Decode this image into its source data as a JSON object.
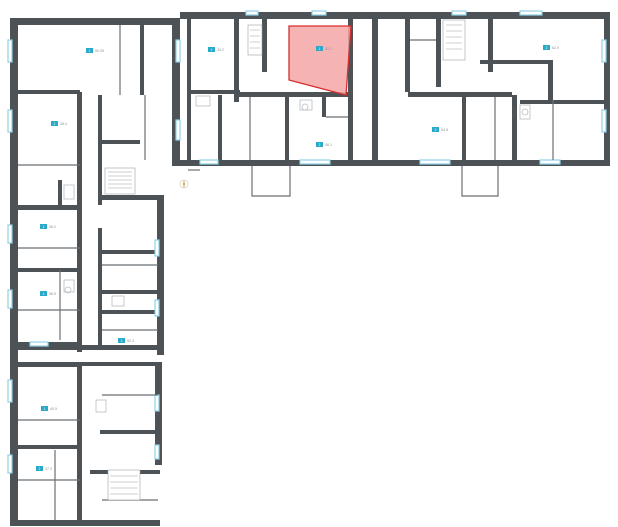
{
  "colors": {
    "wall": "#4d5257",
    "window": "#8fd3e6",
    "badge": "#2aa9c9",
    "highlight_fill": "#f4a6a6",
    "highlight_stroke": "#d62f2f"
  },
  "icons": {
    "compass": "compass-icon",
    "stairs": "stairs-icon"
  },
  "apartments": [
    {
      "id": "apt-top-left",
      "badge": "1",
      "area": "50.05"
    },
    {
      "id": "apt-top-2",
      "badge": "1",
      "area": "39.2"
    },
    {
      "id": "apt-highlighted",
      "badge": "1",
      "area": "32.1"
    },
    {
      "id": "apt-top-3",
      "badge": "2",
      "area": "48.1"
    },
    {
      "id": "apt-top-4",
      "badge": "2",
      "area": "54.8"
    },
    {
      "id": "apt-top-right",
      "badge": "2",
      "area": "62.9"
    },
    {
      "id": "apt-left-1",
      "badge": "1",
      "area": "38.4"
    },
    {
      "id": "apt-left-2",
      "badge": "1",
      "area": "36.2"
    },
    {
      "id": "apt-left-3",
      "badge": "1",
      "area": "38.9"
    },
    {
      "id": "apt-left-4",
      "badge": "2",
      "area": "52.3"
    },
    {
      "id": "apt-left-5",
      "badge": "1",
      "area": "40.5"
    },
    {
      "id": "apt-bottom-left",
      "badge": "1",
      "area": "37.2"
    }
  ]
}
